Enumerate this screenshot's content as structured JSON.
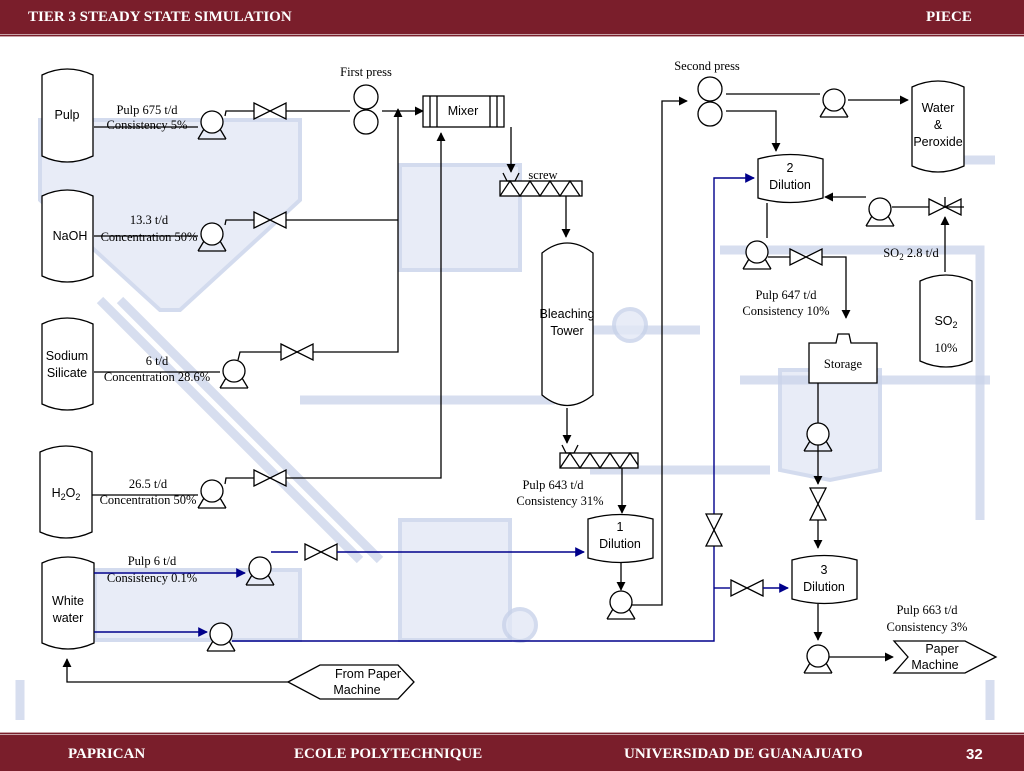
{
  "header": {
    "left": "TIER 3   STEADY STATE SIMULATION",
    "right": "PIECE"
  },
  "footer": {
    "org1": "PAPRICAN",
    "org2": "ECOLE POLYTECHNIQUE",
    "org3": "UNIVERSIDAD DE GUANAJUATO",
    "page": "32"
  },
  "tanks": {
    "pulp": "Pulp",
    "naoh": "NaOH",
    "sodium_silicate": [
      "Sodium",
      "Silicate"
    ],
    "h2o2": {
      "base": "H",
      "sub1": "2",
      "mid": "O",
      "sub2": "2"
    },
    "white_water": [
      "White",
      "water"
    ],
    "water_peroxide": [
      "Water",
      "&",
      "Peroxide"
    ],
    "so2": {
      "base": "SO",
      "sub": "2",
      "value": "10%"
    }
  },
  "streams": {
    "pulp_in": [
      "Pulp 675 t/d",
      "Consistency 5%"
    ],
    "naoh": [
      "13.3 t/d",
      "Concentration 50%"
    ],
    "silicate": [
      "6 t/d",
      "Concentration 28.6%"
    ],
    "h2o2": [
      "26.5 t/d",
      "Concentration 50%"
    ],
    "white_water": [
      "Pulp 6 t/d",
      "Consistency 0.1%"
    ],
    "tower_out": [
      "Pulp 643 t/d",
      "Consistency 31%"
    ],
    "dilution2_out": [
      "Pulp 647 t/d",
      "Consistency 10%"
    ],
    "final": [
      "Pulp 663 t/d",
      "Consistency 3%"
    ],
    "so2_flow": {
      "base": "SO",
      "sub": "2",
      "rest": " 2.8 t/d"
    }
  },
  "units": {
    "first_press": "First press",
    "second_press": "Second press",
    "mixer": "Mixer",
    "screw": "screw",
    "bleaching_tower": [
      "Bleaching",
      "Tower"
    ],
    "dilution1": [
      "1",
      "Dilution"
    ],
    "dilution2": [
      "2",
      "Dilution"
    ],
    "dilution3": [
      "3",
      "Dilution"
    ],
    "storage": "Storage",
    "from_paper_machine": [
      "From Paper",
      "Machine"
    ],
    "to_paper_machine": [
      "Paper",
      "Machine"
    ]
  }
}
